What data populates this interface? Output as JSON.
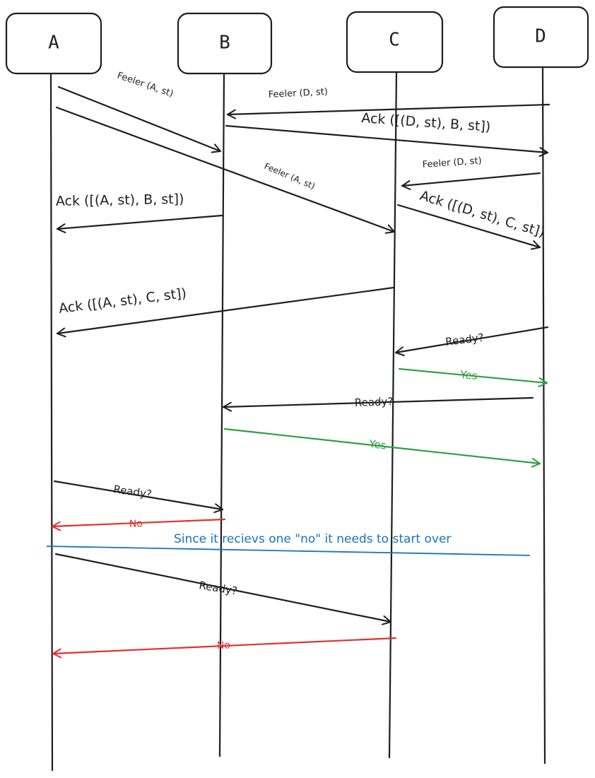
{
  "participants": [
    "A",
    "B",
    "C",
    "D"
  ],
  "messages": [
    {
      "id": "m1",
      "label": "Feeler (A, st)",
      "from": "A",
      "to": "B",
      "color": "#1e1e1e"
    },
    {
      "id": "m2",
      "label": "Feeler (D, st)",
      "from": "D",
      "to": "B",
      "color": "#1e1e1e"
    },
    {
      "id": "m3",
      "label": "Ack ([(D, st), B, st])",
      "from": "B",
      "to": "D",
      "color": "#1e1e1e"
    },
    {
      "id": "m4",
      "label": "Feeler (A, st)",
      "from": "A",
      "to": "C",
      "color": "#1e1e1e"
    },
    {
      "id": "m5",
      "label": "Feeler (D, st)",
      "from": "D",
      "to": "C",
      "color": "#1e1e1e"
    },
    {
      "id": "m6",
      "label": "Ack ([(A, st), B, st])",
      "from": "B",
      "to": "A",
      "color": "#1e1e1e"
    },
    {
      "id": "m7",
      "label": "Ack ([(D, st), C, st])",
      "from": "C",
      "to": "D",
      "color": "#1e1e1e"
    },
    {
      "id": "m8",
      "label": "Ack ([(A, st), C, st])",
      "from": "C",
      "to": "A",
      "color": "#1e1e1e"
    },
    {
      "id": "m9",
      "label": "Ready?",
      "from": "D",
      "to": "C",
      "color": "#1e1e1e"
    },
    {
      "id": "m10",
      "label": "Yes",
      "from": "C",
      "to": "D",
      "color": "#2f9e44"
    },
    {
      "id": "m11",
      "label": "Ready?",
      "from": "D",
      "to": "B",
      "color": "#1e1e1e"
    },
    {
      "id": "m12",
      "label": "Yes",
      "from": "B",
      "to": "D",
      "color": "#2f9e44"
    },
    {
      "id": "m13",
      "label": "Ready?",
      "from": "A",
      "to": "B",
      "color": "#1e1e1e"
    },
    {
      "id": "m14",
      "label": "No",
      "from": "B",
      "to": "A",
      "color": "#e03131"
    },
    {
      "id": "m15",
      "label": "Ready?",
      "from": "A",
      "to": "C",
      "color": "#1e1e1e"
    },
    {
      "id": "m16",
      "label": "No",
      "from": "C",
      "to": "A",
      "color": "#e03131"
    }
  ],
  "note": {
    "text": "Since it recievs one \"no\" it needs to start over",
    "color": "#1971c2"
  }
}
